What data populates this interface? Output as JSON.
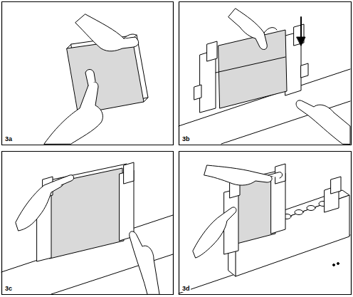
{
  "diagram": {
    "labels": [
      "3a",
      "3b",
      "3c",
      "3d"
    ]
  }
}
